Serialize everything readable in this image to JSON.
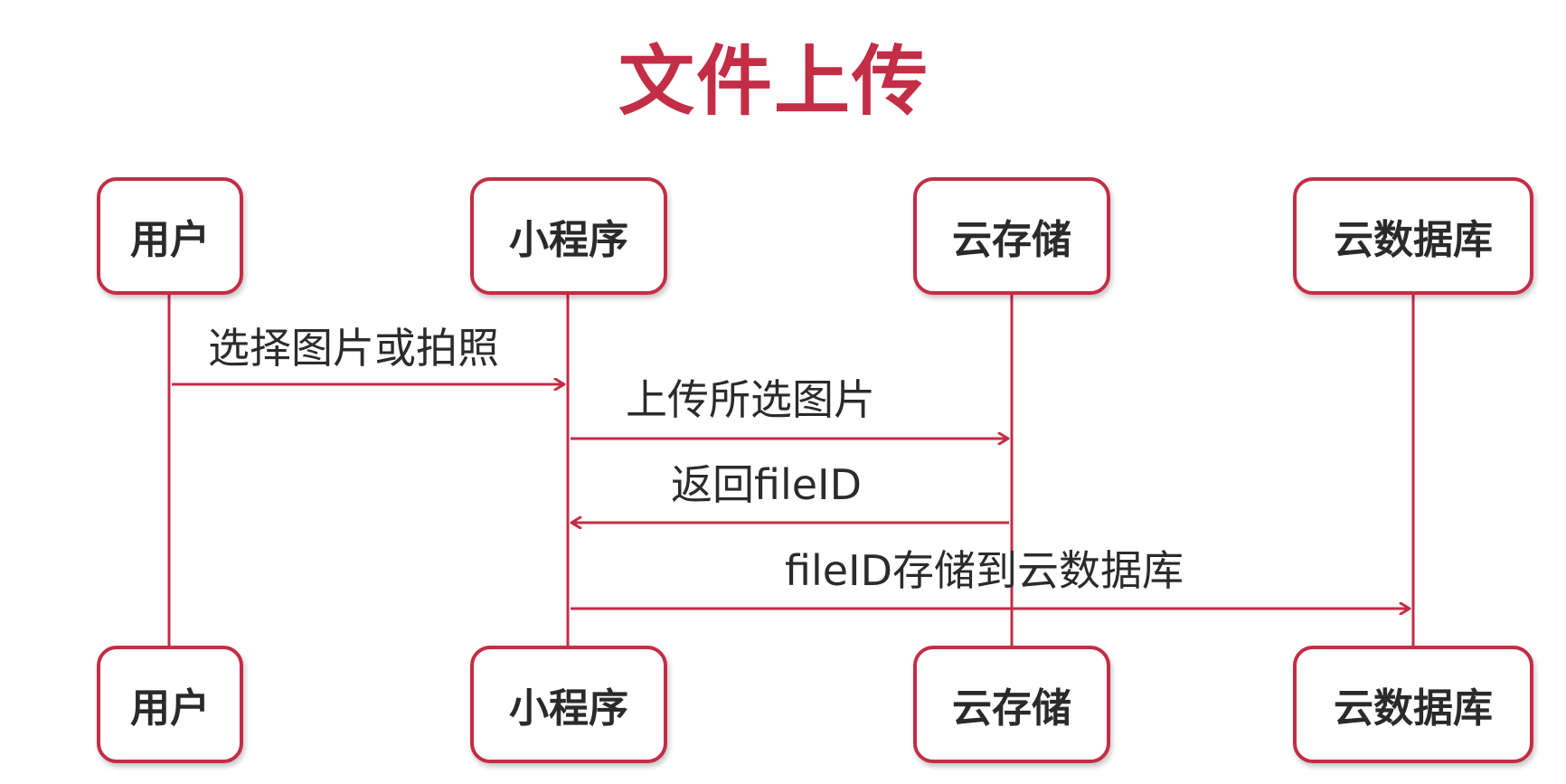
{
  "title": "文件上传",
  "colors": {
    "accent": "#c32d45",
    "text": "#2b2b2b",
    "background": "#ffffff"
  },
  "participants": [
    {
      "id": "user",
      "label": "用户"
    },
    {
      "id": "miniprogram",
      "label": "小程序"
    },
    {
      "id": "cloud-storage",
      "label": "云存储"
    },
    {
      "id": "cloud-database",
      "label": "云数据库"
    }
  ],
  "messages": [
    {
      "from": "user",
      "to": "miniprogram",
      "label": "选择图片或拍照"
    },
    {
      "from": "miniprogram",
      "to": "cloud-storage",
      "label": "上传所选图片"
    },
    {
      "from": "cloud-storage",
      "to": "miniprogram",
      "label": "返回fileID"
    },
    {
      "from": "miniprogram",
      "to": "cloud-database",
      "label": "fileID存储到云数据库"
    }
  ]
}
